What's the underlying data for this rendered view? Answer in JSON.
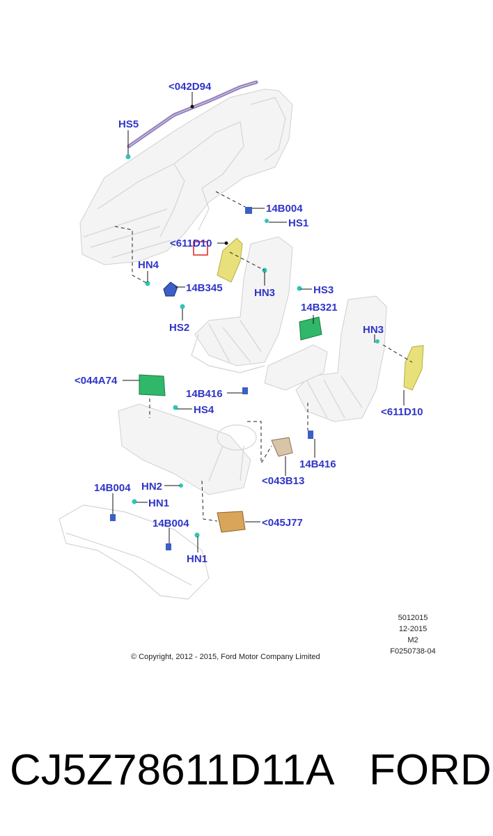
{
  "callouts": {
    "c042D94": "<042D94",
    "hs5": "HS5",
    "c14B004_top": "14B004",
    "hs1": "HS1",
    "c611D10_left": "<611D10",
    "hn4": "HN4",
    "c14B345": "14B345",
    "hn3_mid": "HN3",
    "hs3": "HS3",
    "c14B321": "14B321",
    "hs2": "HS2",
    "hn3_right": "HN3",
    "c044A74": "<044A74",
    "c14B416_left": "14B416",
    "hs4": "HS4",
    "c611D10_right": "<611D10",
    "c14B416_right": "14B416",
    "c043B13": "<043B13",
    "c14B004_left": "14B004",
    "hn2": "HN2",
    "hn1_left": "HN1",
    "c045J77": "<045J77",
    "c14B004_bottom": "14B004",
    "hn1_bottom": "HN1"
  },
  "metadata": {
    "code": "5012015",
    "date": "12-2015",
    "market": "M2",
    "figure": "F0250738-04",
    "copyright": "© Copyright, 2012 - 2015, Ford Motor Company Limited"
  },
  "footer": {
    "part_number": "CJ5Z78611D11A",
    "brand": "FORD"
  },
  "colors": {
    "label_blue": "#2f35c8",
    "airbag_yellow": "#e8e07a",
    "module_green": "#2fb86a",
    "knee_orange": "#d9a55a",
    "curtain_purple": "#8e7bb8",
    "sensor_teal": "#2ec4b6",
    "highlight_red": "#e02020"
  }
}
